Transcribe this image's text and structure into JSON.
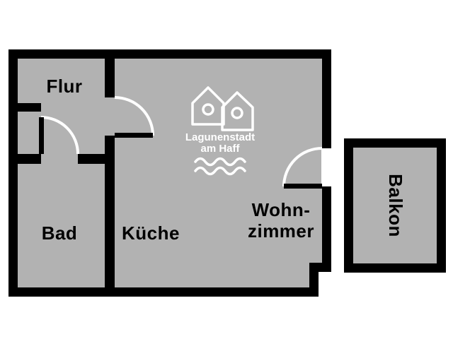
{
  "plan": {
    "rooms": {
      "flur": {
        "label": "Flur"
      },
      "bad": {
        "label": "Bad"
      },
      "kueche": {
        "label": "Küche"
      },
      "wohnzimmer": {
        "line1": "Wohn-",
        "line2": "zimmer"
      },
      "balkon": {
        "label": "Balkon"
      }
    },
    "logo": {
      "line1": "Lagunenstadt",
      "line2": "am Haff"
    },
    "colors": {
      "wall": "#000000",
      "floor": "#b2b2b2",
      "background": "#ffffff",
      "logo": "#ffffff"
    }
  }
}
